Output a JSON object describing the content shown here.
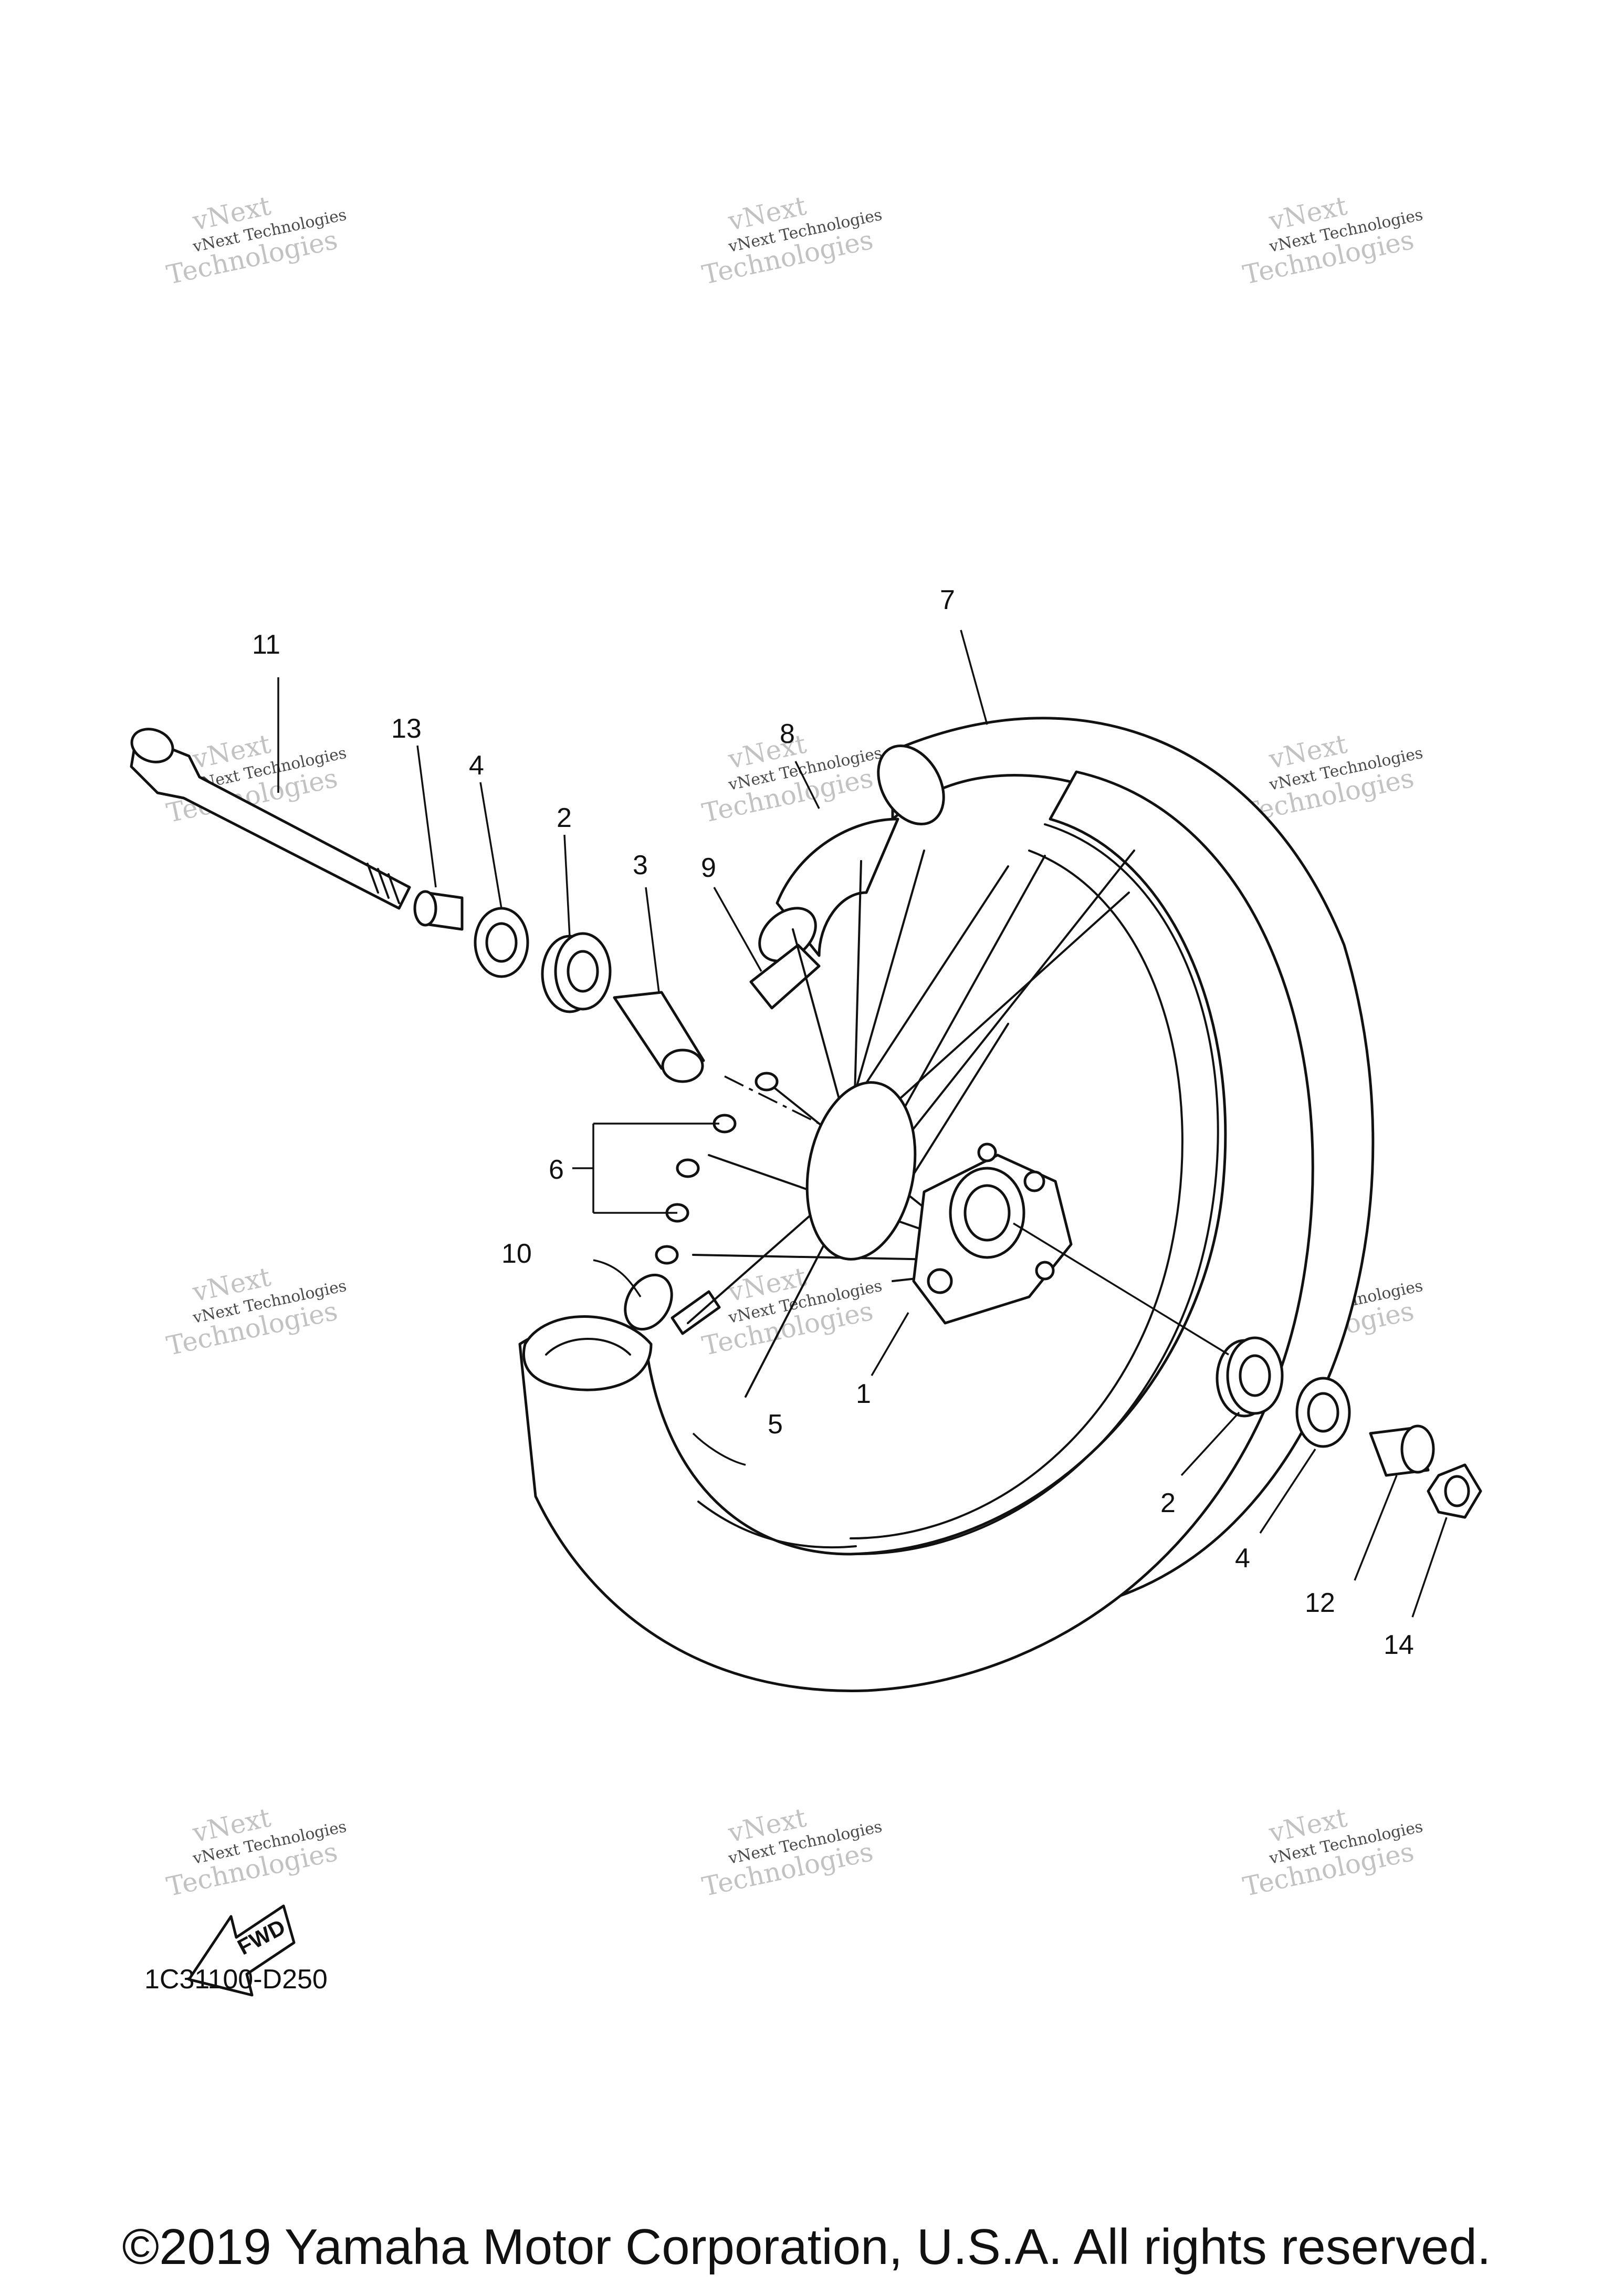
{
  "diagram": {
    "callouts": [
      {
        "id": "c1",
        "label": "1"
      },
      {
        "id": "c2a",
        "label": "2"
      },
      {
        "id": "c2b",
        "label": "2"
      },
      {
        "id": "c3",
        "label": "3"
      },
      {
        "id": "c4a",
        "label": "4"
      },
      {
        "id": "c4b",
        "label": "4"
      },
      {
        "id": "c5",
        "label": "5"
      },
      {
        "id": "c6",
        "label": "6"
      },
      {
        "id": "c7",
        "label": "7"
      },
      {
        "id": "c8",
        "label": "8"
      },
      {
        "id": "c9",
        "label": "9"
      },
      {
        "id": "c10",
        "label": "10"
      },
      {
        "id": "c11",
        "label": "11"
      },
      {
        "id": "c12",
        "label": "12"
      },
      {
        "id": "c13",
        "label": "13"
      },
      {
        "id": "c14",
        "label": "14"
      }
    ],
    "direction_label": "FWD",
    "code": "1C31100-D250"
  },
  "watermark": {
    "line1": "vNext Technologies",
    "line2": "Technologies",
    "line3": "vNext"
  },
  "footer": {
    "copyright": "©2019 Yamaha Motor Corporation, U.S.A. All rights reserved."
  }
}
